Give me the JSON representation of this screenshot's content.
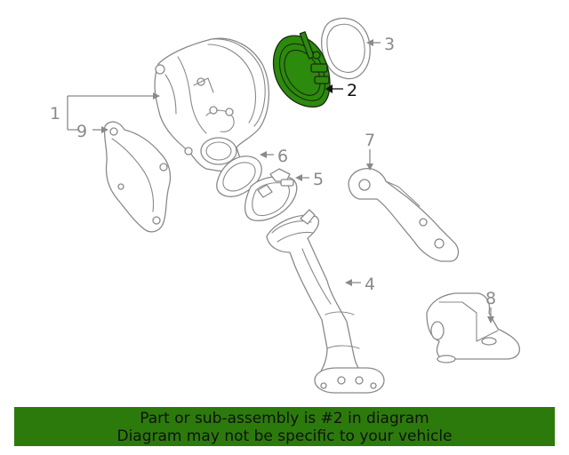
{
  "callouts": {
    "c1": "1",
    "c2": "2",
    "c3": "3",
    "c4": "4",
    "c5": "5",
    "c6": "6",
    "c7": "7",
    "c8": "8",
    "c9": "9"
  },
  "highlighted_part": "2",
  "banner": {
    "line1": "Part or sub-assembly is #2 in diagram",
    "line2": "Diagram may not be specific to your vehicle"
  },
  "colors": {
    "highlight": "#2c8a0c",
    "banner": "#2c7a0c",
    "line_art": "#8a8a8a"
  }
}
